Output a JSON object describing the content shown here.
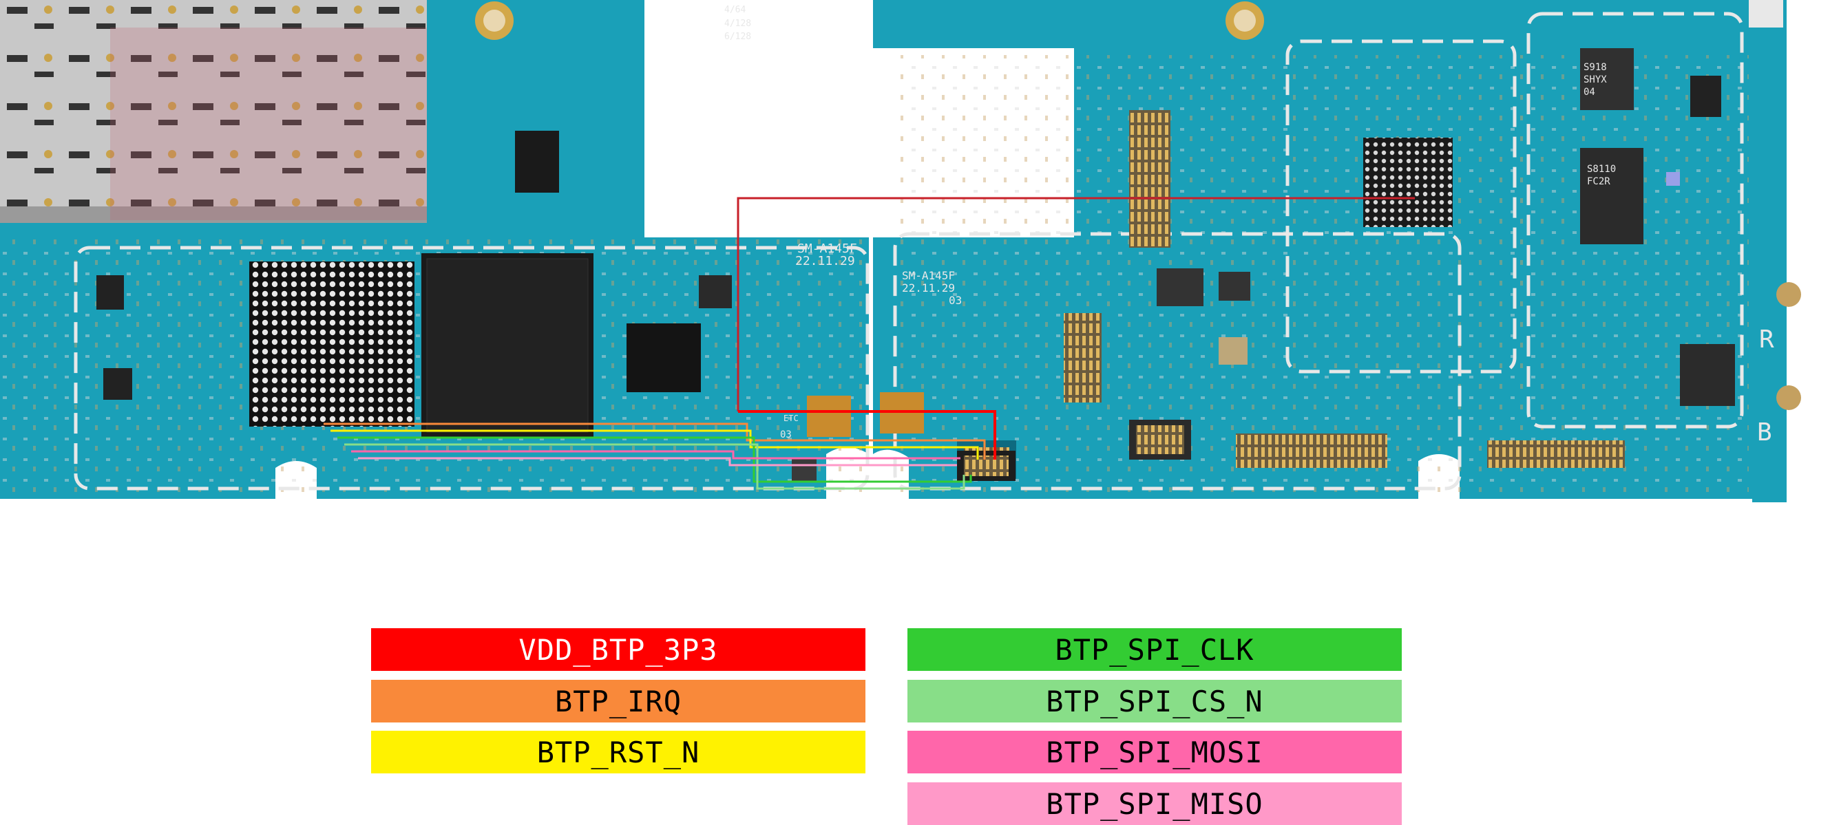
{
  "board": {
    "model_left": "SM-A145F",
    "date_left": "22.11.29",
    "model_right": "SM-A145F",
    "date_right": "22.11.29",
    "rev_right": "03",
    "rev_left": "03",
    "memory_labels": [
      "4/64",
      "4/128",
      "6/128"
    ],
    "chip_a_label": "S8110",
    "chip_a_sub": "FC2R",
    "chip_b_label": "S918",
    "chip_b_sub": "SHYX",
    "chip_b_num": "04",
    "etc_label": "ETC",
    "marker_r": "R",
    "marker_b": "B",
    "colors": {
      "pcb": "#1a9bb5",
      "pcb_dark": "#0f7e98",
      "trace": "#c8202a",
      "silk": "#e8e8e8"
    }
  },
  "legend": {
    "left": [
      {
        "label": "VDD_BTP_3P3",
        "color": "#ff0000",
        "text_color": "#ffffff"
      },
      {
        "label": "BTP_IRQ",
        "color": "#f9893a",
        "text_color": "#000000"
      },
      {
        "label": "BTP_RST_N",
        "color": "#fff200",
        "text_color": "#000000"
      }
    ],
    "right": [
      {
        "label": "BTP_SPI_CLK",
        "color": "#33cc33",
        "text_color": "#000000"
      },
      {
        "label": "BTP_SPI_CS_N",
        "color": "#88de88",
        "text_color": "#000000"
      },
      {
        "label": "BTP_SPI_MOSI",
        "color": "#ff66aa",
        "text_color": "#000000"
      },
      {
        "label": "BTP_SPI_MISO",
        "color": "#ff99c8",
        "text_color": "#000000"
      }
    ]
  }
}
